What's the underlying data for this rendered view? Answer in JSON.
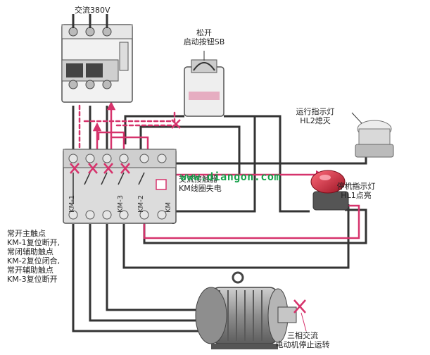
{
  "labels": {
    "power_supply": "交流380V",
    "start_button": [
      "松开",
      "启动按钮SB"
    ],
    "run_lamp": [
      "运行指示灯",
      "HL2熄灭"
    ],
    "stop_lamp": [
      "停机指示灯",
      "HL1点亮"
    ],
    "contactor": [
      "交流接触器",
      "KM线圈失电"
    ],
    "contacts_note": [
      "常开主触点",
      "KM-1复位断开,",
      "常闭辅助触点",
      "KM-2复位闭合,",
      "常开辅助触点",
      "KM-3复位断开"
    ],
    "motor": [
      "三相交流",
      "电动机停止运转"
    ],
    "watermark": "www.diangon.com",
    "contact_tags": [
      "KM-1",
      "KM-3",
      "KM-2",
      "KM"
    ]
  },
  "colors": {
    "wire": "#333333",
    "signal": "#d6336c",
    "breaker_body": "#f2f2f2",
    "contactor_body": "#dcdcdc",
    "motor_body": "#a9a9a9",
    "stop_lamp": "#c8283a",
    "watermark": "#16a04a"
  }
}
